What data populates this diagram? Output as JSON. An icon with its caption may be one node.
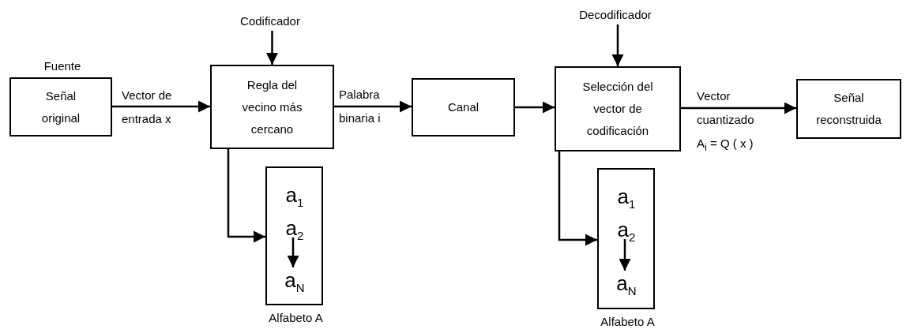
{
  "diagram": {
    "nodes": [
      {
        "text": [
          "Fuente",
          "Señal original"
        ]
      },
      {
        "text": [
          "Codificador"
        ]
      },
      {
        "text": [
          "Regla del vecino más cercano"
        ]
      },
      {
        "text": [
          "Alfabeto A"
        ]
      },
      {
        "text": [
          "a$_{1}$"
        ],
        "in": 3
      },
      {
        "text": [
          "a$_{2}$"
        ],
        "in": 3
      },
      {
        "text": [
          "a$_{N}$"
        ],
        "in": 3
      },
      {
        "text": [
          "Canal"
        ]
      },
      {
        "text": [
          "Decodificador"
        ]
      },
      {
        "text": [
          "Selección del vector de codificación"
        ]
      },
      {
        "text": [
          "Alfabeto A"
        ]
      },
      {
        "text": [
          "a$_{1}$"
        ],
        "in": 10
      },
      {
        "text": [
          "a$_{2}$"
        ],
        "in": 10
      },
      {
        "text": [
          "a$_{N}$"
        ],
        "in": 10
      },
      {
        "text": [
          "Señal reconstruida"
        ]
      }
    ],
    "edges": [
      {
        "from": 0,
        "to": 2,
        "arrow": "to",
        "label": "Vector de entrada x"
      },
      {
        "from": 1,
        "to": 2,
        "arrow": "to"
      },
      {
        "from": 2,
        "to": 7,
        "arrow": "to",
        "label": "Palabra binaria i"
      },
      {
        "from": 2,
        "to": 3,
        "arrow": "to"
      },
      {
        "from": 5,
        "to": 6,
        "arrow": "to"
      },
      {
        "from": 7,
        "to": 9,
        "arrow": "to"
      },
      {
        "from": 8,
        "to": 9,
        "arrow": "to"
      },
      {
        "from": 9,
        "to": 14,
        "arrow": "to",
        "label": "Vector cuantizado A$_{i}$ = Q ( x )"
      },
      {
        "from": 9,
        "to": 10,
        "arrow": "to"
      },
      {
        "from": 12,
        "to": 13,
        "arrow": "to"
      }
    ]
  }
}
